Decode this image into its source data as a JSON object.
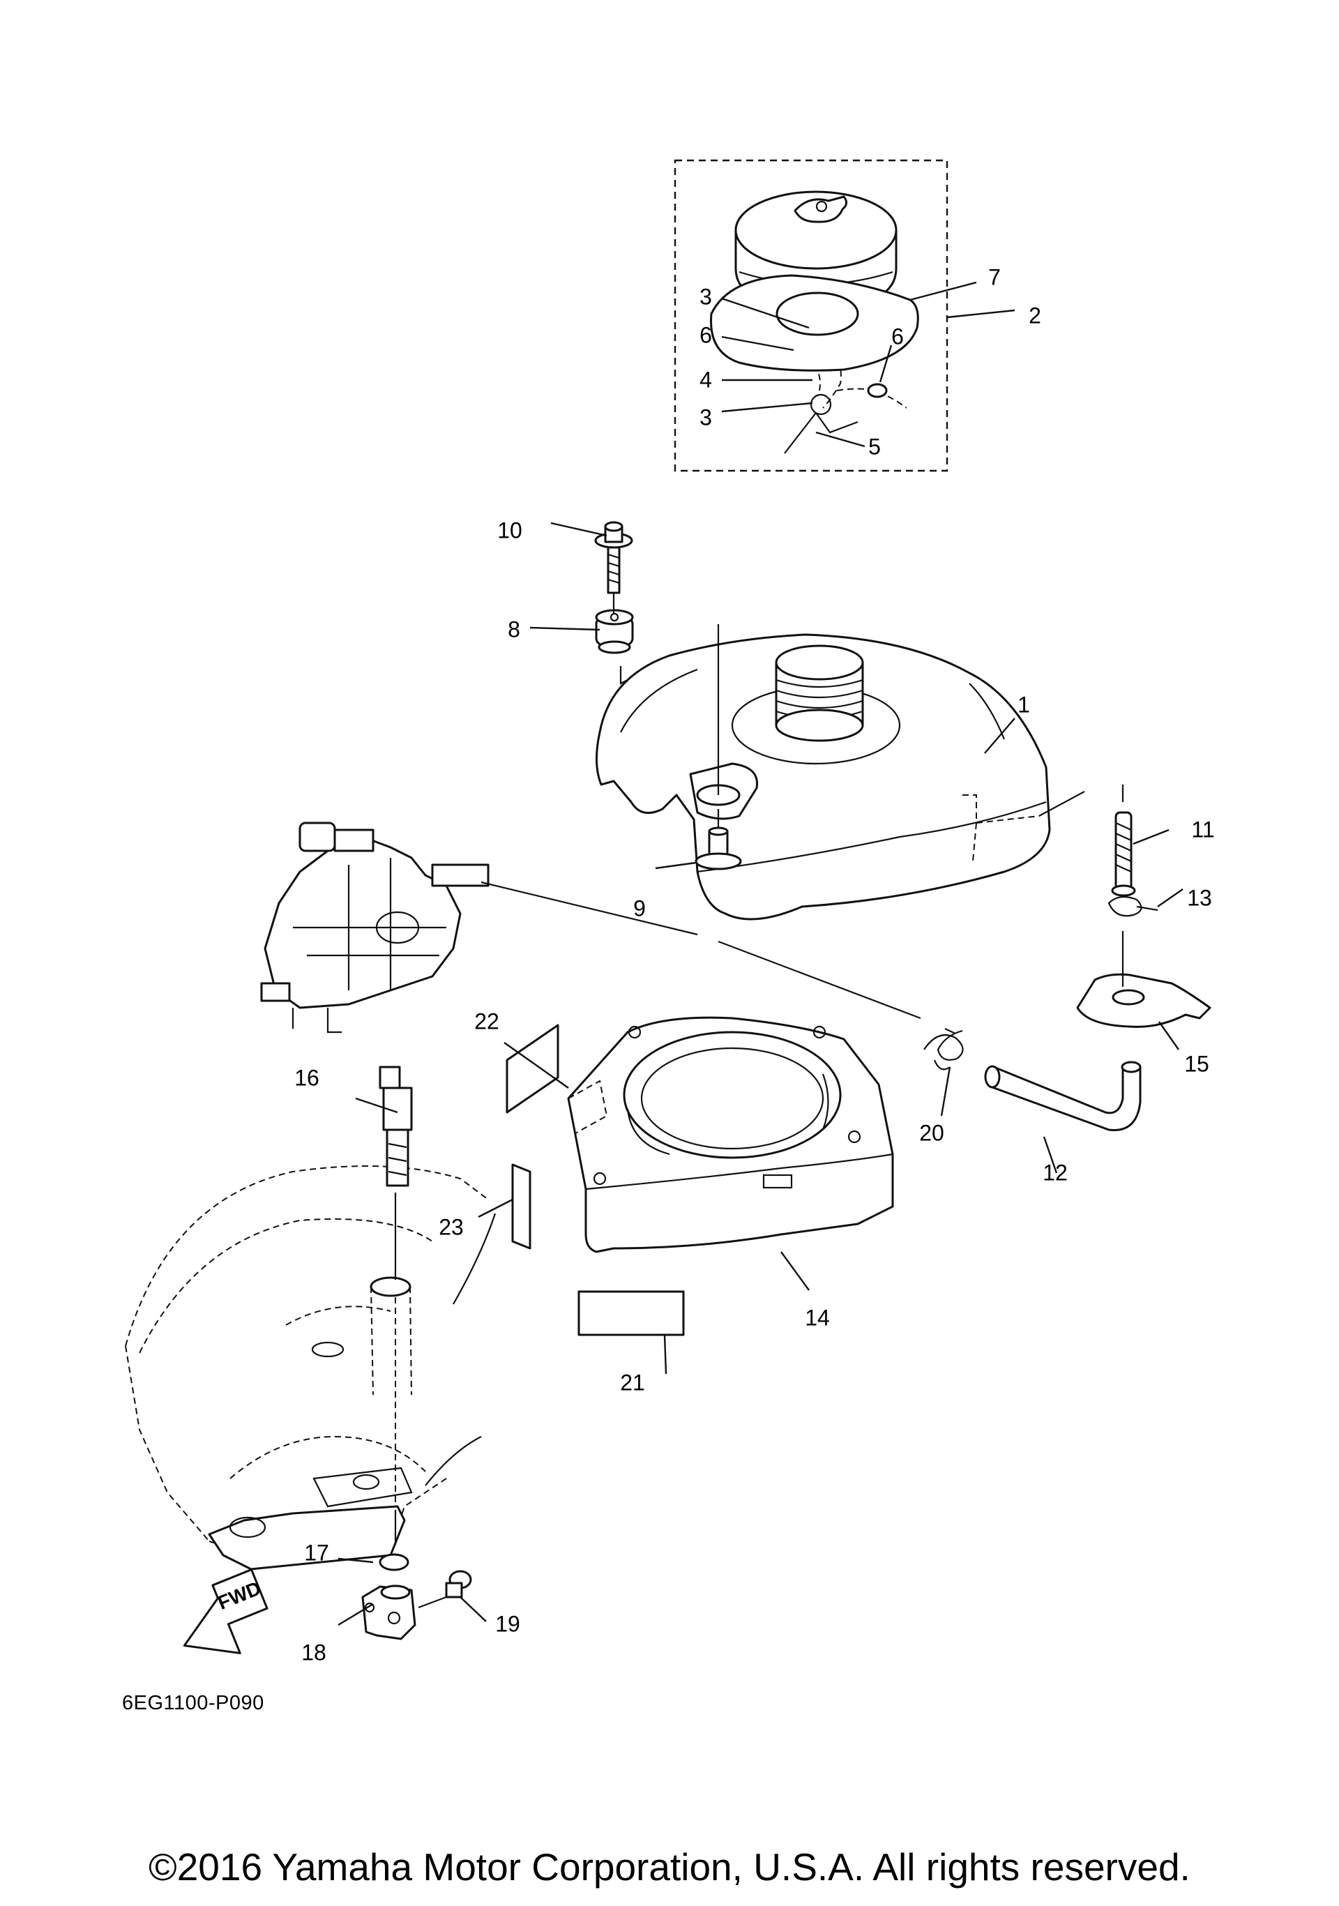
{
  "diagram": {
    "code": "6EG1100-P090",
    "direction_label": "FWD",
    "copyright": "©2016 Yamaha Motor Corporation, U.S.A. All rights reserved."
  },
  "callouts": {
    "c1": "1",
    "c2": "2",
    "c3a": "3",
    "c3b": "3",
    "c4": "4",
    "c5": "5",
    "c6a": "6",
    "c6b": "6",
    "c7": "7",
    "c8": "8",
    "c9": "9",
    "c10": "10",
    "c11": "11",
    "c12": "12",
    "c13": "13",
    "c14": "14",
    "c15": "15",
    "c16": "16",
    "c17": "17",
    "c18": "18",
    "c19": "19",
    "c20": "20",
    "c21": "21",
    "c22": "22",
    "c23": "23"
  }
}
